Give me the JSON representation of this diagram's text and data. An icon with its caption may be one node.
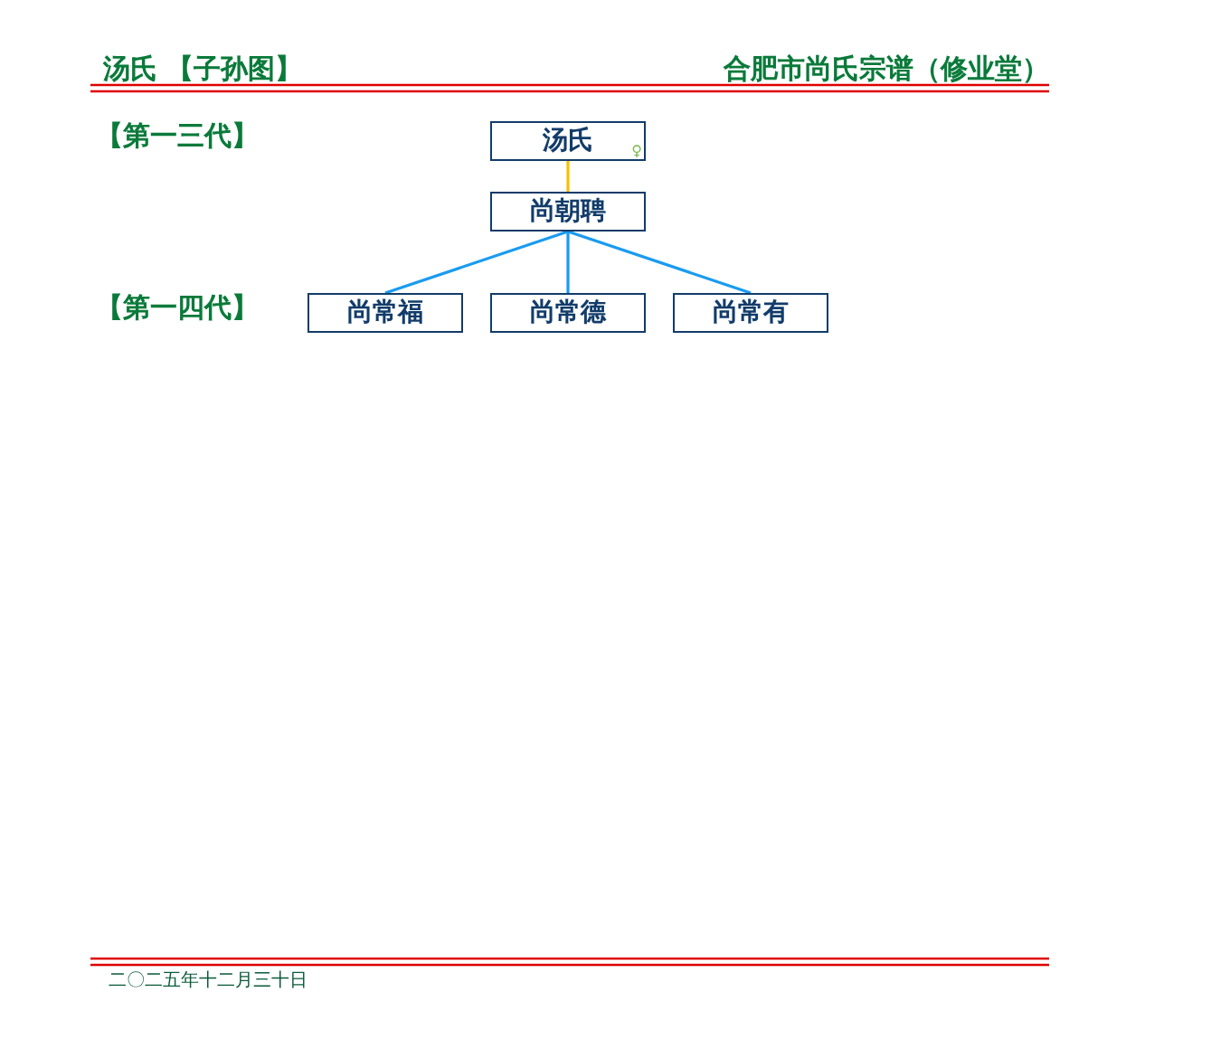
{
  "diagram": {
    "title": "汤氏 【子孙图】",
    "nodes": [
      {
        "text": [
          "汤氏",
          "♀"
        ]
      },
      {
        "text": [
          "尚朝聘"
        ]
      },
      {
        "text": [
          "尚常福"
        ]
      },
      {
        "text": [
          "尚常德"
        ]
      },
      {
        "text": [
          "尚常有"
        ]
      }
    ],
    "edges": [
      {
        "from": 0,
        "to": 1,
        "arrow": "none",
        "color": "#f5c000"
      },
      {
        "from": 1,
        "to": 2,
        "arrow": "none"
      },
      {
        "from": 1,
        "to": 3,
        "arrow": "none"
      },
      {
        "from": 1,
        "to": 4,
        "arrow": "none"
      }
    ],
    "labels": [
      "合肥市尚氏宗谱（修业堂）",
      "【第一三代】",
      "【第一四代】",
      "二〇二五年十二月三十日"
    ]
  }
}
